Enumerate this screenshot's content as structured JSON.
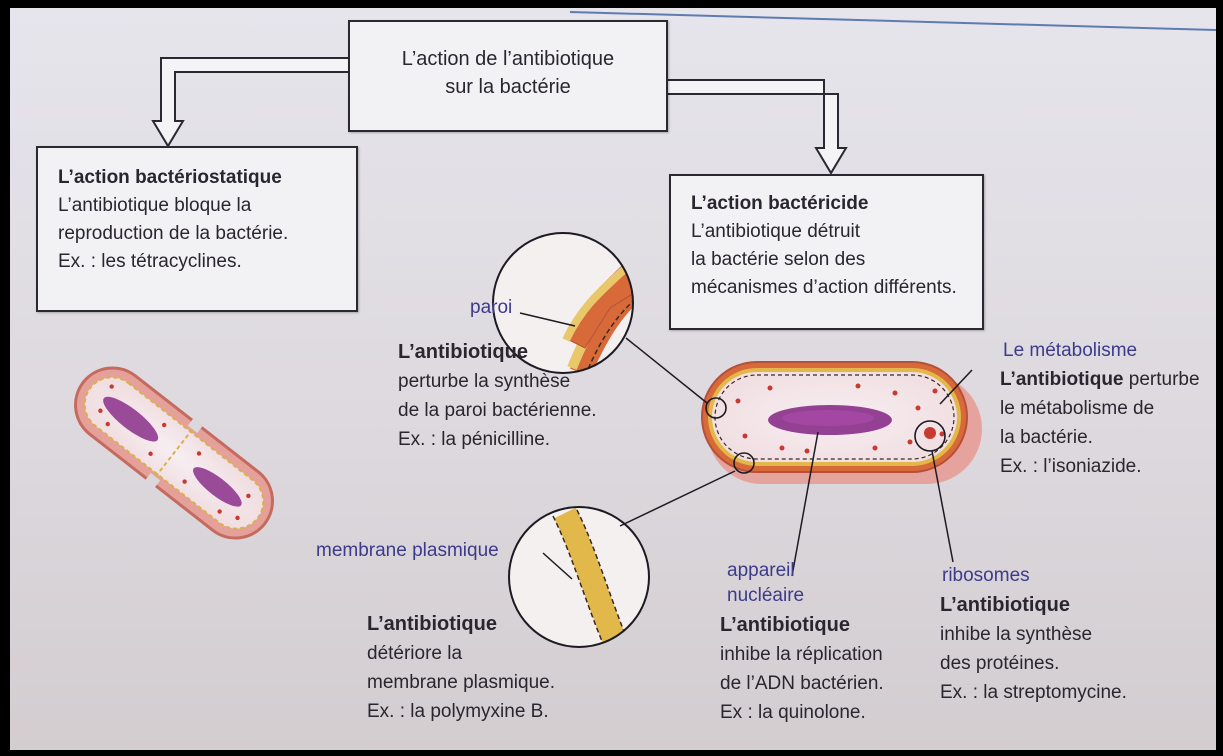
{
  "title": {
    "line1": "L’action de l’antibiotique",
    "line2": "sur la bactérie"
  },
  "bacteriostatic": {
    "heading": "L’action bactériostatique",
    "lines": [
      "L’antibiotique bloque la",
      "reproduction de la bactérie.",
      "Ex. : les tétracyclines."
    ]
  },
  "bactericidal": {
    "heading": "L’action bactéricide",
    "lines": [
      "L’antibiotique détruit",
      "la bactérie selon des",
      "mécanismes d’action différents."
    ]
  },
  "paroi": {
    "label": "paroi",
    "heading": "L’antibiotique",
    "lines": [
      "perturbe la synthèse",
      "de la paroi bactérienne.",
      "Ex. : la pénicilline."
    ]
  },
  "membrane": {
    "label": "membrane plasmique",
    "heading": "L’antibiotique",
    "lines": [
      "détériore la",
      "membrane plasmique.",
      "Ex. : la polymyxine B."
    ]
  },
  "metabolisme": {
    "label": "Le métabolisme",
    "heading": "L’antibiotique",
    "heading_rest": " perturbe",
    "lines": [
      "le métabolisme de",
      "la bactérie.",
      "Ex. : l’isoniazide."
    ]
  },
  "nucleaire": {
    "label_lines": [
      "appareil",
      "nucléaire"
    ],
    "heading": "L’antibiotique",
    "lines": [
      "inhibe la réplication",
      "de l’ADN bactérien.",
      "Ex : la quinolone."
    ]
  },
  "ribosomes": {
    "label": "ribosomes",
    "heading": "L’antibiotique",
    "lines": [
      "inhibe la synthèse",
      "des protéines.",
      "Ex. : la streptomycine."
    ]
  },
  "colors": {
    "label_purple": "#3d3a8c",
    "chromosome": "#8a2f8a",
    "wall_orange": "#d9582a",
    "membrane_yellow": "#e2b84a",
    "cell_pink": "#e6a09a"
  }
}
